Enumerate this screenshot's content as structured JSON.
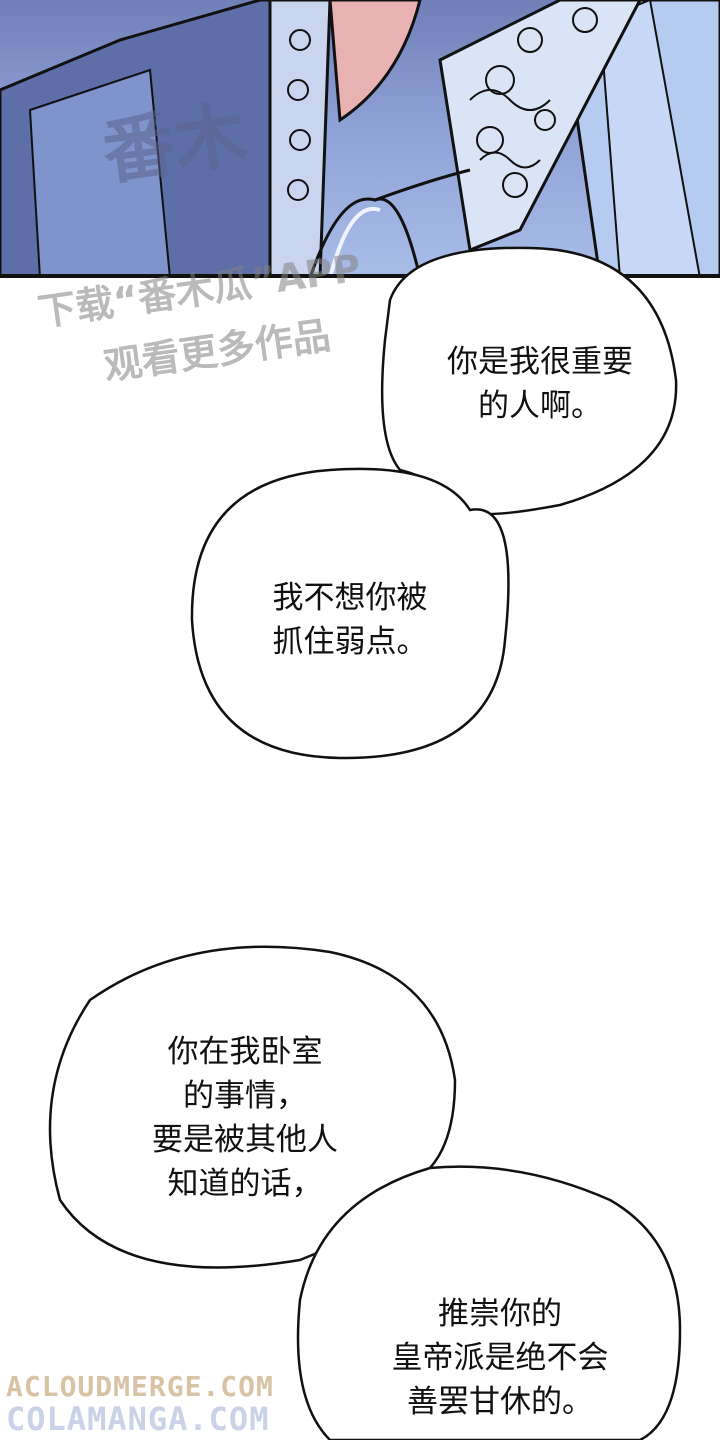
{
  "panel": {
    "watermark_line1": "下载“番木瓜”APP",
    "watermark_line2": "观看更多作品"
  },
  "bubbles": [
    {
      "text": "你是我很重要\n的人啊。"
    },
    {
      "text": "我不想你被\n抓住弱点。"
    },
    {
      "text": "你在我卧室\n的事情，\n要是被其他人\n知道的话，"
    },
    {
      "text": "推崇你的\n皇帝派是绝不会\n善罢甘休的。"
    }
  ],
  "footer": {
    "site_line1": "ACLOUDMERGE.COM",
    "site_line2": "COLAMANGA.COM"
  },
  "colors": {
    "panel_top": "#6f7fb8",
    "panel_bottom": "#a9bde8",
    "site_line1": "#d8c3a5",
    "site_line2": "#c9d2e6"
  }
}
